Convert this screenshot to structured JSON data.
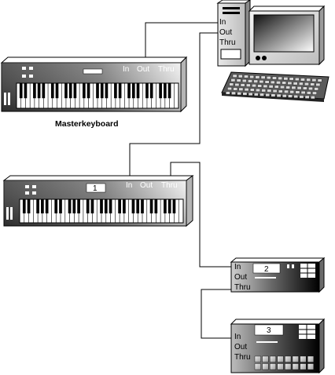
{
  "computer": {
    "ports": [
      "In",
      "Out",
      "Thru"
    ]
  },
  "master_keyboard": {
    "ports": [
      "In",
      "Out",
      "Thru"
    ],
    "caption": "Masterkeyboard"
  },
  "keyboard_1": {
    "number": "1",
    "ports": [
      "In",
      "Out",
      "Thru"
    ]
  },
  "module_2": {
    "number": "2",
    "ports": [
      "In",
      "Out",
      "Thru"
    ]
  },
  "module_3": {
    "number": "3",
    "ports": [
      "In",
      "Out",
      "Thru"
    ]
  }
}
